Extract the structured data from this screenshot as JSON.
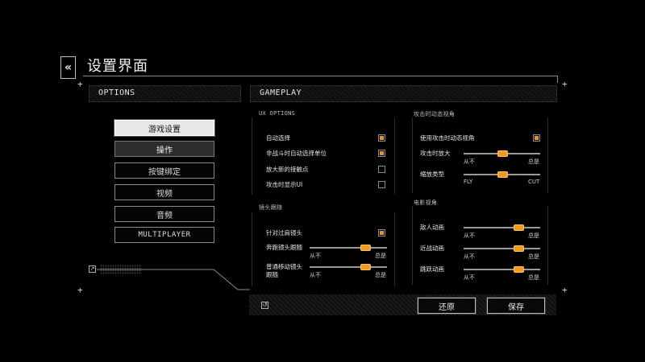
{
  "page": {
    "title": "设置界面",
    "back_icon": "«"
  },
  "left_header": {
    "label": "OPTIONS"
  },
  "right_header": {
    "label": "GAMEPLAY"
  },
  "menu": {
    "items": [
      {
        "label": "游戏设置",
        "state": "active"
      },
      {
        "label": "操作",
        "state": "hover"
      },
      {
        "label": "按键绑定",
        "state": "normal"
      },
      {
        "label": "视频",
        "state": "normal"
      },
      {
        "label": "音频",
        "state": "normal"
      },
      {
        "label": "MULTIPLAYER",
        "state": "normal"
      }
    ]
  },
  "ux_options": {
    "title": "UX OPTIONS",
    "rows": [
      {
        "label": "自动选择",
        "checked": true
      },
      {
        "label": "非战斗时自动选择单位",
        "checked": true
      },
      {
        "label": "放大新的接触点",
        "checked": false
      },
      {
        "label": "攻击时显示UI",
        "checked": false
      }
    ]
  },
  "camera_follow": {
    "title": "镜头跟随",
    "checkbox": {
      "label": "针对过肩镜头",
      "checked": true
    },
    "sliders": [
      {
        "label": "奔跑镜头跟随",
        "min": "从不",
        "max": "总是",
        "value": 0.72
      },
      {
        "label": "普通移动镜头跟随",
        "min": "从不",
        "max": "总是",
        "value": 0.72
      }
    ]
  },
  "attack_dynamic": {
    "title": "攻击时动态视角",
    "checkbox": {
      "label": "使用攻击时动态视角",
      "checked": true
    },
    "sliders": [
      {
        "label": "攻击时放大",
        "min": "从不",
        "max": "总是",
        "value": 0.5
      },
      {
        "label": "缩放类型",
        "min": "FLY",
        "max": "CUT",
        "value": 0.5
      }
    ]
  },
  "cinematic": {
    "title": "电影视角",
    "sliders": [
      {
        "label": "敌人动画",
        "min": "从不",
        "max": "总是",
        "value": 0.72
      },
      {
        "label": "近战动画",
        "min": "从不",
        "max": "总是",
        "value": 0.72
      },
      {
        "label": "跳跃动画",
        "min": "从不",
        "max": "总是",
        "value": 0.72
      }
    ]
  },
  "footer": {
    "reset_label": "还原",
    "save_label": "保存",
    "reset_icon": "↺",
    "edit_icon": "↗"
  },
  "colors": {
    "accent": "#f29a22",
    "checkbox_on": "#e3912c"
  }
}
